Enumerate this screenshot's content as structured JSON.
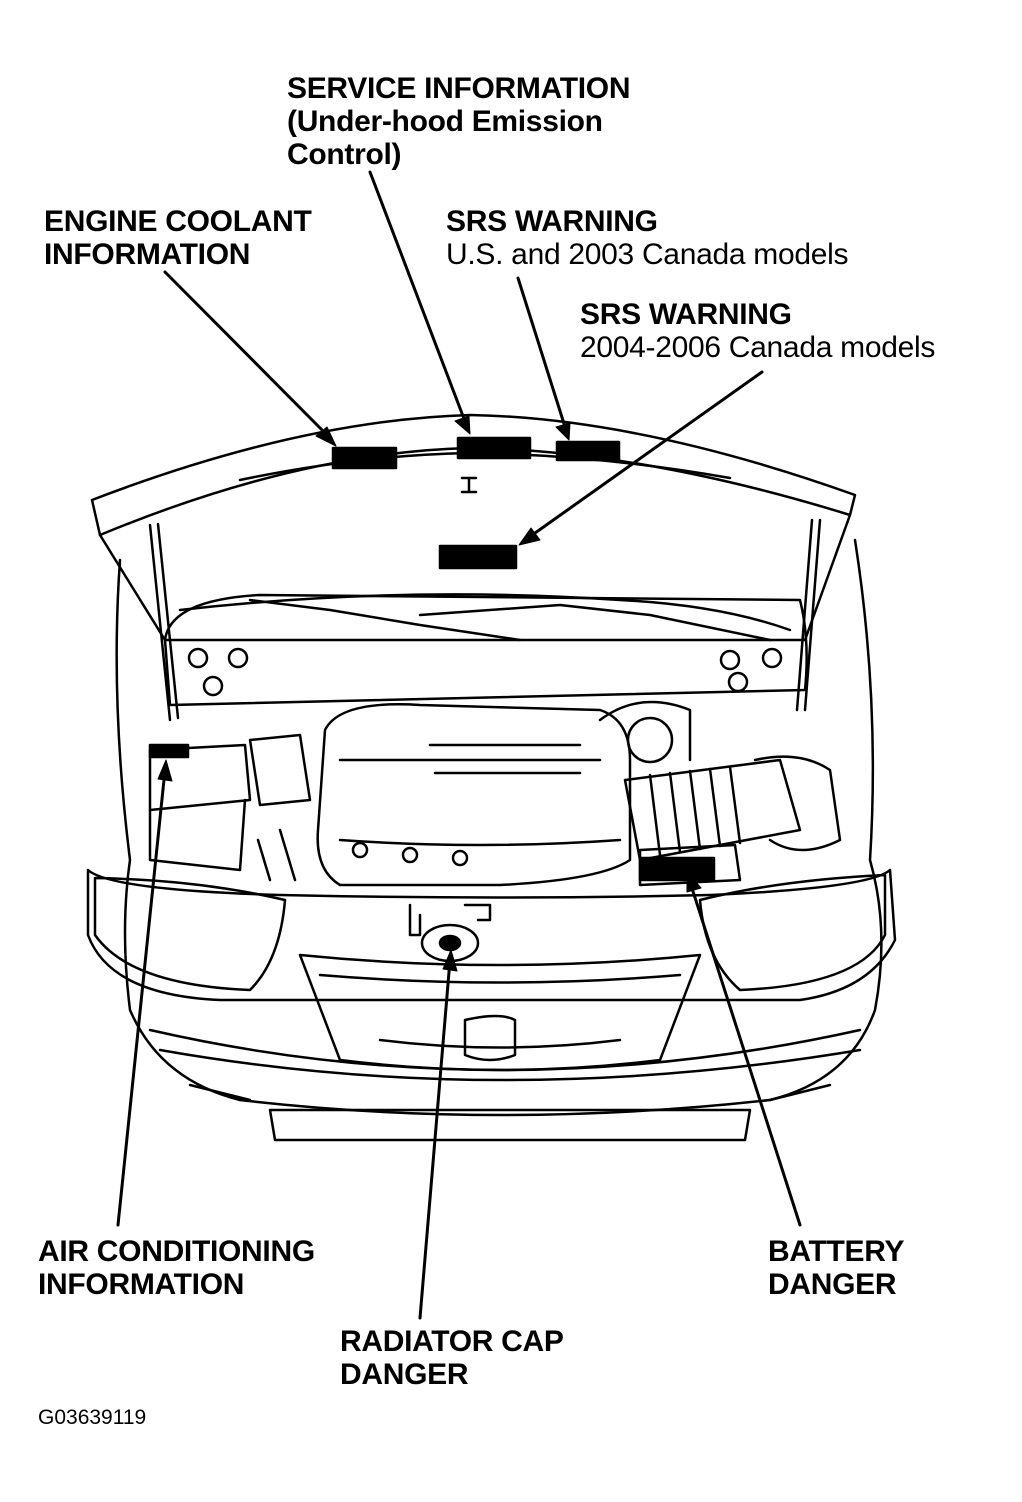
{
  "labels": {
    "service_info": {
      "lines": [
        "SERVICE INFORMATION",
        "(Under-hood Emission",
        "Control)"
      ]
    },
    "engine_coolant": {
      "lines": [
        "ENGINE COOLANT",
        "INFORMATION"
      ]
    },
    "srs_us": {
      "title": "SRS WARNING",
      "subtitle": "U.S. and 2003 Canada models"
    },
    "srs_canada": {
      "title": "SRS WARNING",
      "subtitle": "2004-2006 Canada models"
    },
    "air_conditioning": {
      "lines": [
        "AIR CONDITIONING",
        "INFORMATION"
      ]
    },
    "radiator_cap": {
      "lines": [
        "RADIATOR CAP",
        "DANGER"
      ]
    },
    "battery": {
      "lines": [
        "BATTERY",
        "DANGER"
      ]
    }
  },
  "figure_id": "G03639119",
  "colors": {
    "ink": "#000000",
    "paper": "#ffffff"
  }
}
